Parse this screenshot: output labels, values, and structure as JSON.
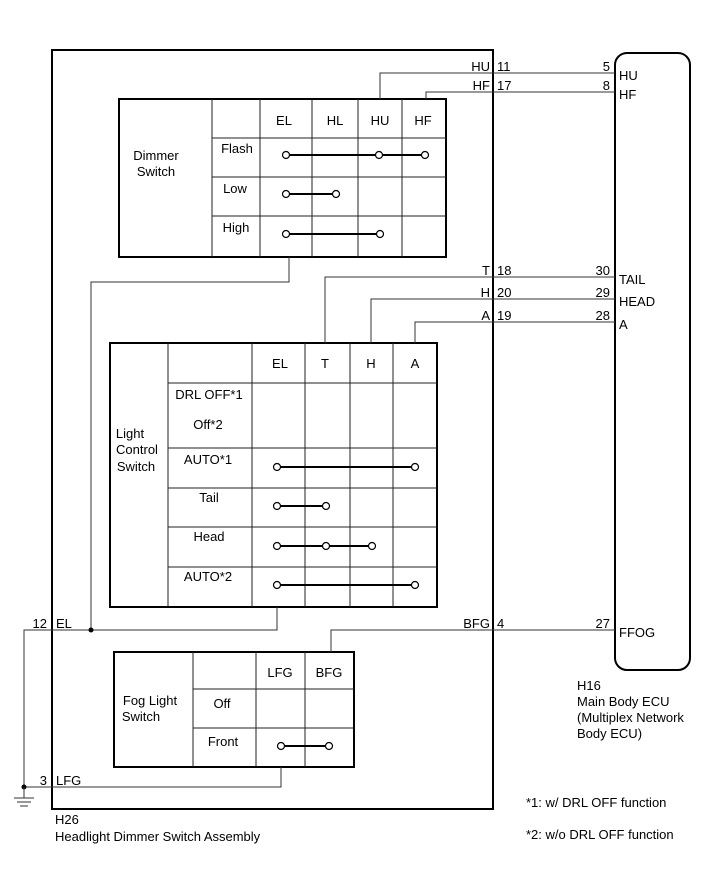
{
  "assembly": {
    "code": "H26",
    "name": "Headlight Dimmer Switch Assembly"
  },
  "ecu": {
    "code": "H16",
    "name_lines": [
      "Main Body ECU",
      "(Multiplex Network",
      "Body ECU)"
    ]
  },
  "dimmer": {
    "title_lines": [
      "Dimmer",
      "Switch"
    ],
    "columns": [
      "EL",
      "HL",
      "HU",
      "HF"
    ],
    "rows": [
      "Flash",
      "Low",
      "High"
    ]
  },
  "light_control": {
    "title_lines": [
      "Light",
      "Control",
      "Switch"
    ],
    "columns": [
      "EL",
      "T",
      "H",
      "A"
    ],
    "rows": [
      "DRL OFF*1",
      "Off*2",
      "AUTO*1",
      "Tail",
      "Head",
      "AUTO*2"
    ]
  },
  "fog": {
    "title_lines": [
      "Fog Light",
      "Switch"
    ],
    "columns": [
      "LFG",
      "BFG"
    ],
    "rows": [
      "Off",
      "Front"
    ]
  },
  "wires": {
    "hu": {
      "sw_label": "HU",
      "sw_pin": "11",
      "ecu_pin": "5",
      "ecu_label": "HU"
    },
    "hf": {
      "sw_label": "HF",
      "sw_pin": "17",
      "ecu_pin": "8",
      "ecu_label": "HF"
    },
    "t": {
      "sw_label": "T",
      "sw_pin": "18",
      "ecu_pin": "30",
      "ecu_label": "TAIL"
    },
    "h": {
      "sw_label": "H",
      "sw_pin": "20",
      "ecu_pin": "29",
      "ecu_label": "HEAD"
    },
    "a": {
      "sw_label": "A",
      "sw_pin": "19",
      "ecu_pin": "28",
      "ecu_label": "A"
    },
    "bfg": {
      "sw_label": "BFG",
      "sw_pin": "4",
      "ecu_pin": "27",
      "ecu_label": "FFOG"
    },
    "el": {
      "pin": "12",
      "label": "EL"
    },
    "lfg": {
      "pin": "3",
      "label": "LFG"
    }
  },
  "notes": [
    "*1: w/ DRL OFF function",
    "*2: w/o DRL OFF function"
  ]
}
